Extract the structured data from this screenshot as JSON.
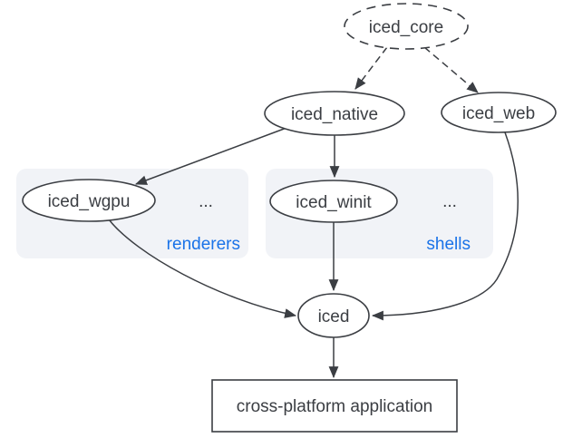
{
  "colors": {
    "accent": "#1a73e8",
    "ink": "#3b3e43",
    "node_fill": "#ffffff",
    "group_fill": "#f1f3f7",
    "background": "#ffffff"
  },
  "nodes": {
    "core": {
      "label": "iced_core"
    },
    "native": {
      "label": "iced_native"
    },
    "web": {
      "label": "iced_web"
    },
    "wgpu": {
      "label": "iced_wgpu"
    },
    "winit": {
      "label": "iced_winit"
    },
    "iced": {
      "label": "iced"
    },
    "app": {
      "label": "cross-platform application"
    }
  },
  "groups": {
    "renderers": {
      "label": "renderers",
      "ellipsis": "...",
      "contains": [
        "iced_wgpu"
      ]
    },
    "shells": {
      "label": "shells",
      "ellipsis": "...",
      "contains": [
        "iced_winit"
      ]
    }
  },
  "edges": [
    {
      "from": "iced_core",
      "to": "iced_native",
      "style": "dashed"
    },
    {
      "from": "iced_core",
      "to": "iced_web",
      "style": "dashed"
    },
    {
      "from": "iced_native",
      "to": "iced_wgpu",
      "style": "solid"
    },
    {
      "from": "iced_native",
      "to": "iced_winit",
      "style": "solid"
    },
    {
      "from": "iced_wgpu",
      "to": "iced",
      "style": "solid"
    },
    {
      "from": "iced_winit",
      "to": "iced",
      "style": "solid"
    },
    {
      "from": "iced_web",
      "to": "iced",
      "style": "solid"
    },
    {
      "from": "iced",
      "to": "cross-platform application",
      "style": "solid"
    }
  ]
}
